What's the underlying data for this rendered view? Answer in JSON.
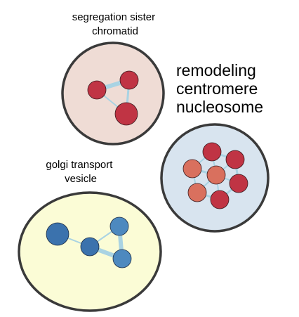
{
  "clusters": [
    {
      "id": "segregation",
      "label_lines": [
        "segregation sister",
        "chromatid"
      ],
      "fill": "#efdcd5",
      "stroke": "#3a3a3a",
      "nodes": [
        {
          "id": "s1",
          "color": "#c03444"
        },
        {
          "id": "s2",
          "color": "#c03444"
        },
        {
          "id": "s3",
          "color": "#c03444"
        }
      ],
      "edges": [
        [
          "s1",
          "s2"
        ],
        [
          "s1",
          "s3"
        ],
        [
          "s2",
          "s3"
        ]
      ]
    },
    {
      "id": "remodeling",
      "label_lines": [
        "remodeling",
        "centromere",
        "nucleosome"
      ],
      "fill": "#d8e4ef",
      "stroke": "#3a3a3a",
      "nodes": [
        {
          "id": "r1",
          "color": "#c03444"
        },
        {
          "id": "r2",
          "color": "#c03444"
        },
        {
          "id": "r3",
          "color": "#d9705e"
        },
        {
          "id": "r4",
          "color": "#d9705e"
        },
        {
          "id": "r5",
          "color": "#c03444"
        },
        {
          "id": "r6",
          "color": "#d9705e"
        },
        {
          "id": "r7",
          "color": "#c03444"
        }
      ],
      "edges": [
        [
          "r1",
          "r2"
        ],
        [
          "r1",
          "r3"
        ],
        [
          "r1",
          "r4"
        ],
        [
          "r2",
          "r4"
        ],
        [
          "r2",
          "r5"
        ],
        [
          "r3",
          "r4"
        ],
        [
          "r3",
          "r6"
        ],
        [
          "r4",
          "r5"
        ],
        [
          "r4",
          "r6"
        ],
        [
          "r4",
          "r7"
        ],
        [
          "r5",
          "r7"
        ],
        [
          "r6",
          "r7"
        ]
      ]
    },
    {
      "id": "golgi",
      "label_lines": [
        "golgi transport",
        "vesicle"
      ],
      "fill": "#fbfcd6",
      "stroke": "#3a3a3a",
      "nodes": [
        {
          "id": "g1",
          "color": "#3b72ad"
        },
        {
          "id": "g2",
          "color": "#3b72ad"
        },
        {
          "id": "g3",
          "color": "#4d89bf"
        },
        {
          "id": "g4",
          "color": "#4d89bf"
        }
      ],
      "edges": [
        [
          "g1",
          "g2"
        ],
        [
          "g2",
          "g3"
        ],
        [
          "g2",
          "g4"
        ],
        [
          "g3",
          "g4"
        ]
      ]
    }
  ],
  "edge_color": "#a9d3e3"
}
